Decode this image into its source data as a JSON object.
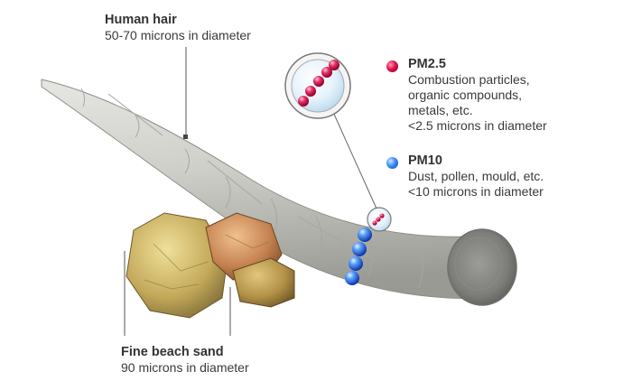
{
  "hair": {
    "title": "Human hair",
    "desc": "50-70 microns in diameter"
  },
  "sand": {
    "title": "Fine beach sand",
    "desc": "90 microns in diameter"
  },
  "legend": {
    "pm25": {
      "title": "PM2.5",
      "lines": [
        "Combustion particles,",
        "organic compounds,",
        "metals, etc.",
        "<2.5 microns in diameter"
      ],
      "color": "#e0104a"
    },
    "pm10": {
      "title": "PM10",
      "lines": [
        "Dust, pollen, mould, etc.",
        "<10 microns in diameter"
      ],
      "color": "#3b8cff"
    }
  }
}
